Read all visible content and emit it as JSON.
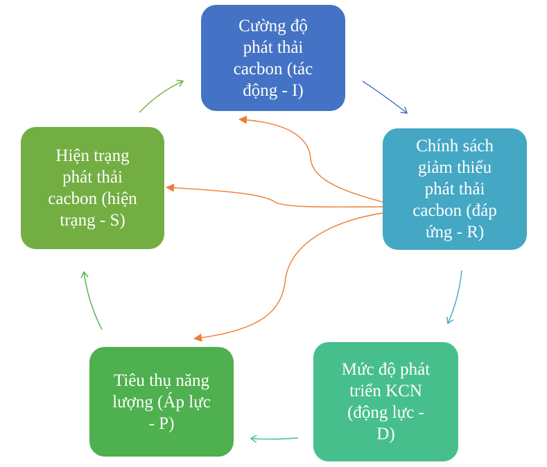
{
  "colors": {
    "impact": "#4472C4",
    "response": "#44A7C4",
    "driver": "#47BF8C",
    "pressure": "#4EB04E",
    "state": "#73AE42",
    "arrow_blue": "#4472C4",
    "arrow_teal": "#44A7C4",
    "arrow_mint": "#47BF8C",
    "arrow_green": "#4EB04E",
    "arrow_olive": "#73AE42",
    "arrow_orange": "#ED7D31"
  },
  "nodes": {
    "impact": "Cường độ\nphát thải\ncacbon (tác\nđộng - I)",
    "response": "Chính sách\ngiảm thiểu\nphát thải\ncacbon (đáp\nứng - R)",
    "driver": "Mức độ phát\ntriển KCN\n(động lực -\nD)",
    "pressure": "Tiêu thụ năng\nlượng (Áp lực\n- P)",
    "state": "Hiện trạng\nphát thải\ncacbon (hiện\ntrạng  - S)"
  }
}
